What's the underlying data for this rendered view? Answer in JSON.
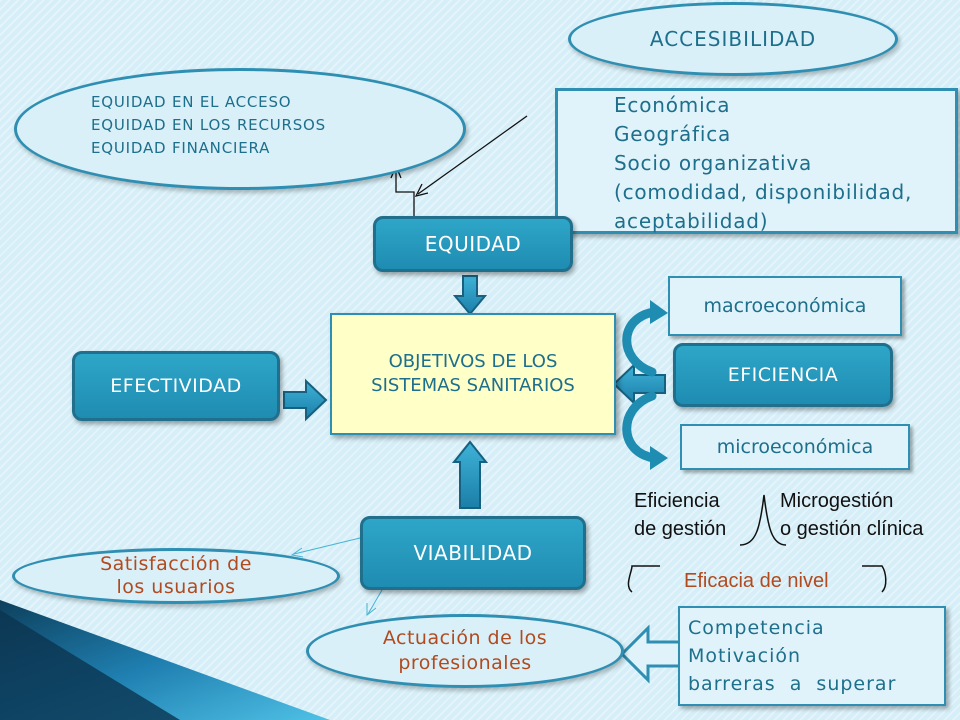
{
  "accesibilidad": {
    "label": "ACCESIBILIDAD"
  },
  "equidad_ellipse": {
    "lines": [
      "EQUIDAD EN EL ACCESO",
      "EQUIDAD EN LOS RECURSOS",
      "EQUIDAD FINANCIERA"
    ]
  },
  "accesibilidad_box": {
    "lines": [
      "Económica",
      "Geográfica",
      "Socio organizativa",
      "(comodidad, disponibilidad,",
      "aceptabilidad)"
    ]
  },
  "equidad": {
    "label": "EQUIDAD"
  },
  "objetivos": {
    "line1": "OBJETIVOS DE LOS",
    "line2": "SISTEMAS SANITARIOS"
  },
  "efectividad": {
    "label": "EFECTIVIDAD"
  },
  "eficiencia": {
    "label": "EFICIENCIA"
  },
  "macro": {
    "label": "macroeconómica"
  },
  "micro": {
    "label": "microeconómica"
  },
  "eficiencia_gestion": {
    "line1": "Eficiencia",
    "line2": "de gestión"
  },
  "microgestion": {
    "line1": "Microgestión",
    "line2": "o gestión clínica"
  },
  "eficacia_nivel": {
    "label": "Eficacia de nivel"
  },
  "viabilidad": {
    "label": "VIABILIDAD"
  },
  "satisfaccion": {
    "line1": "Satisfacción de",
    "line2": "los usuarios"
  },
  "actuacion": {
    "line1": "Actuación de los",
    "line2": "profesionales"
  },
  "competencia_box": {
    "lines": [
      "Competencia",
      "Motivación",
      "barreras  a  superar"
    ]
  },
  "colors": {
    "teal": "#2ea6c8",
    "border_blue": "#2f8fb3",
    "text_blue": "#1d6f8c",
    "text_orange": "#b24a1f",
    "center_fill": "#ffffc8",
    "background": "#d5eef7"
  }
}
